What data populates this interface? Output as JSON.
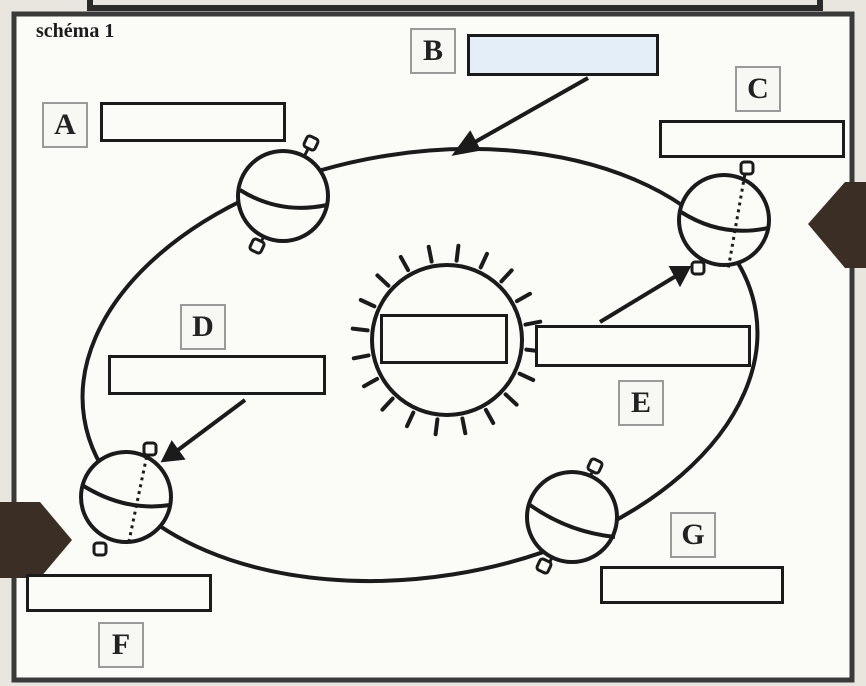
{
  "title": "schéma 1",
  "labels": {
    "A": "A",
    "B": "B",
    "C": "C",
    "D": "D",
    "E": "E",
    "F": "F",
    "G": "G"
  },
  "answer_fields": {
    "A": "",
    "B": "",
    "C": "",
    "D": "",
    "E": "",
    "F": "",
    "G": "",
    "sun": ""
  },
  "colors": {
    "ink": "#1b1b1b",
    "paper": "#fbfbf8",
    "frame_border": "#3a3a3a",
    "side_arrow": "#3b2f25",
    "tint": "#e4eef8"
  }
}
